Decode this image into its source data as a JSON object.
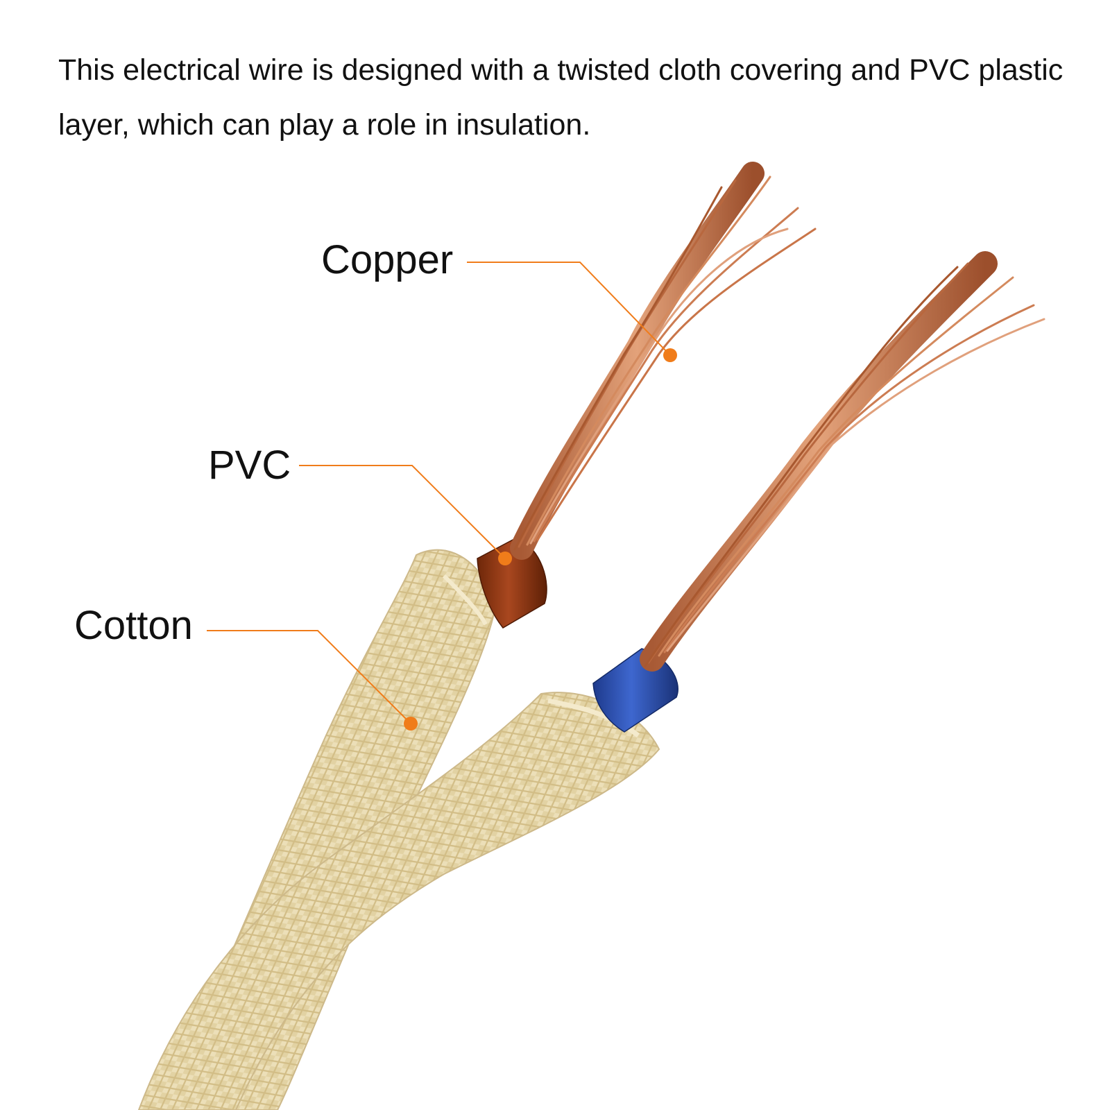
{
  "description": "This electrical wire is designed with a twisted cloth covering and PVC plastic layer, which can play a role in insulation.",
  "callouts": {
    "copper": {
      "label": "Copper"
    },
    "pvc": {
      "label": "PVC"
    },
    "cotton": {
      "label": "Cotton"
    }
  },
  "colors": {
    "leader_line": "#f07c1a",
    "copper": "#c9784a",
    "pvc_brown": "#8a3412",
    "pvc_blue": "#2b4fb0",
    "cotton": "#ecdfb8",
    "text": "#111111",
    "background": "#ffffff"
  }
}
